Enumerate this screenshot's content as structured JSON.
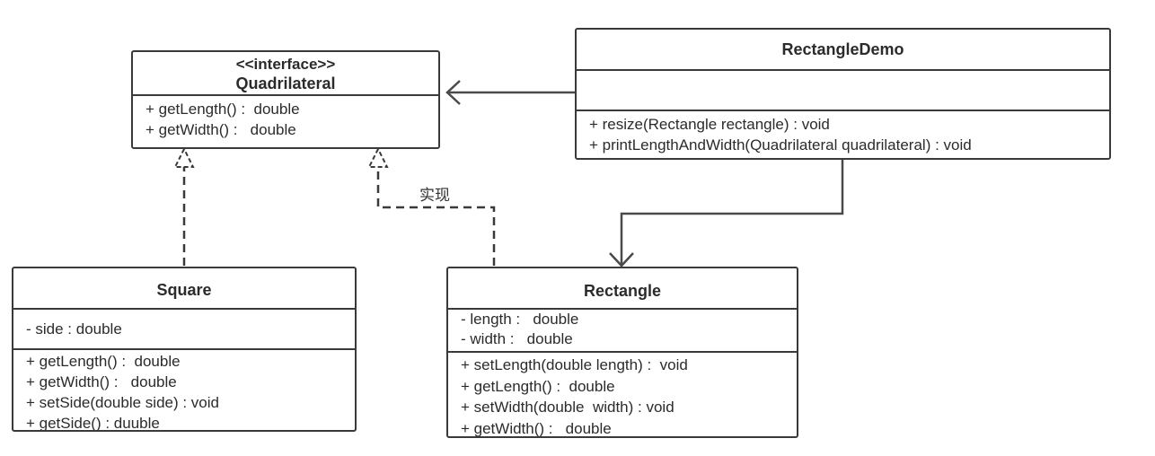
{
  "classes": {
    "quadrilateral": {
      "stereotype": "<<interface>>",
      "name": "Quadrilateral",
      "methods": [
        "+ getLength() :  double",
        "+ getWidth() :   double"
      ]
    },
    "rectangle_demo": {
      "name": "RectangleDemo",
      "attributes": [],
      "methods": [
        "+ resize(Rectangle rectangle) : void",
        "+ printLengthAndWidth(Quadrilateral quadrilateral) : void"
      ]
    },
    "square": {
      "name": "Square",
      "attributes": [
        "- side : double"
      ],
      "methods": [
        "+ getLength() :  double",
        "+ getWidth() :   double",
        "+ setSide(double side) : void",
        "+ getSide() : duuble"
      ]
    },
    "rectangle": {
      "name": "Rectangle",
      "attributes": [
        "- length :   double",
        "- width :   double"
      ],
      "methods": [
        "+ setLength(double length) :  void",
        "+ getLength() :  double",
        "+ setWidth(double  width) : void",
        "+ getWidth() :   double"
      ]
    }
  },
  "relations": {
    "realization_label": "实现"
  },
  "colors": {
    "stroke": "#3a3a3a",
    "background": "#ffffff"
  }
}
